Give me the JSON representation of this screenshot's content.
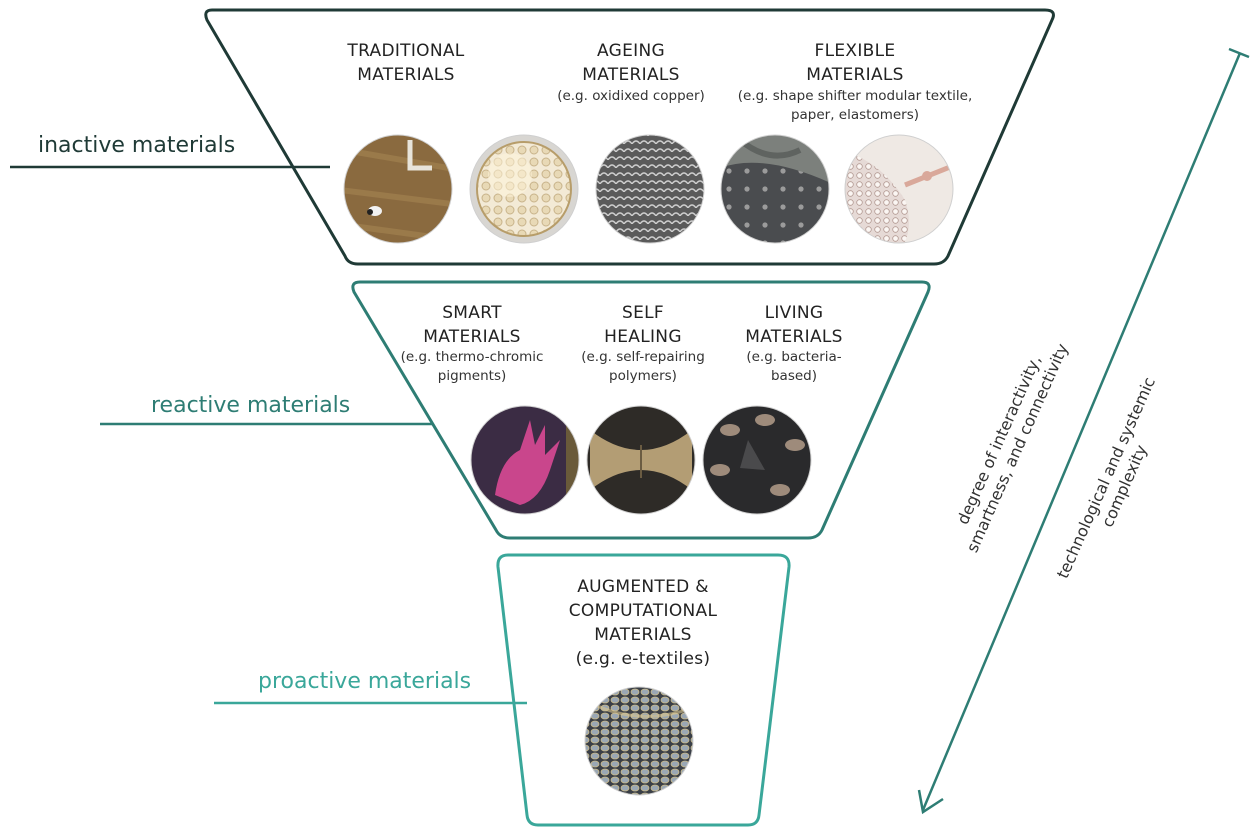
{
  "colors": {
    "inactive": "#1f3a36",
    "reactive": "#2e7d74",
    "proactive": "#3aa79a",
    "text": "#222222"
  },
  "levels": {
    "inactive": {
      "label": "inactive materials",
      "groups": [
        {
          "title_1": "TRADITIONAL",
          "title_2": "MATERIALS"
        },
        {
          "title_1": "AGEING",
          "title_2": "MATERIALS",
          "example": "(e.g. oxidixed copper)"
        },
        {
          "title_1": "FLEXIBLE",
          "title_2": "MATERIALS",
          "example_1": "(e.g. shape shifter modular textile,",
          "example_2": "paper, elastomers)"
        }
      ],
      "images": [
        "dry-grass-field-photo",
        "woven-sphere-lamp-photo",
        "oxidized-copper-texture-photo",
        "modular-textile-photo",
        "perforated-paper-garment-photo"
      ]
    },
    "reactive": {
      "label": "reactive materials",
      "groups": [
        {
          "title_1": "SMART",
          "title_2": "MATERIALS",
          "example_1": "(e.g. thermo-chromic",
          "example_2": "pigments)"
        },
        {
          "title_1": "SELF",
          "title_2": "HEALING",
          "example_1": "(e.g. self-repairing",
          "example_2": "polymers)"
        },
        {
          "title_1": "LIVING",
          "title_2": "MATERIALS",
          "example_1": "(e.g. bacteria-",
          "example_2": "based)"
        }
      ],
      "images": [
        "thermochromic-handprint-photo",
        "self-healing-polymer-photo",
        "bacteria-based-material-photo"
      ]
    },
    "proactive": {
      "label": "proactive materials",
      "groups": [
        {
          "title_1": "AUGMENTED &",
          "title_2": "COMPUTATIONAL",
          "title_3": "MATERIALS",
          "example": "(e.g. e-textiles)"
        }
      ],
      "images": [
        "e-textile-photo"
      ]
    }
  },
  "axis": {
    "label_1": "degree of interactivity,",
    "label_2": "smartness, and connectivity",
    "label_3": "technological and systemic",
    "label_4": "complexity"
  }
}
